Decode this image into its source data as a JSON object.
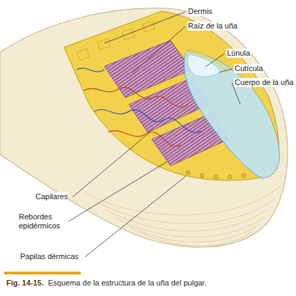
{
  "diagram": {
    "caption": "Esquema de la estructura de la uña del pulgar.",
    "labels": [
      "Dermis",
      "Raíz de la uña",
      "Lúnula",
      "Cutícula",
      "Cuerpo de la uña",
      "Capilares",
      "Rebordes epidérmicos",
      "Papilas dérmicas",
      "Fig. 14-15."
    ]
  }
}
